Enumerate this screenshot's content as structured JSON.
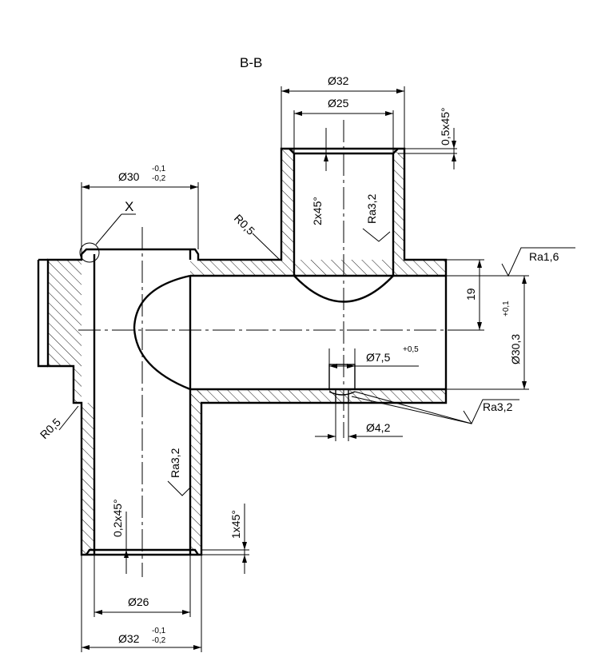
{
  "section_label": "B-B",
  "detail_marker": "X",
  "dimensions": {
    "d32_top": "Ø32",
    "d25_top": "Ø25",
    "chamfer_top": "0,5x45°",
    "d30": "Ø30",
    "d30_tol_upper": "-0,1",
    "d30_tol_lower": "-0,2",
    "chamfer_2x45": "2x45°",
    "r05_top": "R0,5",
    "r05_left": "R0,5",
    "dim_19": "19",
    "d30_3": "Ø30,3",
    "d30_3_tol": "+0,1",
    "d7_5": "Ø7,5",
    "d7_5_tol": "+0,5",
    "d4_2": "Ø4,2",
    "chamfer_0_2": "0,2x45°",
    "chamfer_1x45": "1x45°",
    "d26": "Ø26",
    "d32_bottom": "Ø32",
    "d32_tol_upper": "-0,1",
    "d32_tol_lower": "-0,2"
  },
  "roughness": {
    "ra32_top": "Ra3,2",
    "ra16": "Ra1,6",
    "ra32_right": "Ra3,2",
    "ra32_bottom": "Ra3,2"
  }
}
